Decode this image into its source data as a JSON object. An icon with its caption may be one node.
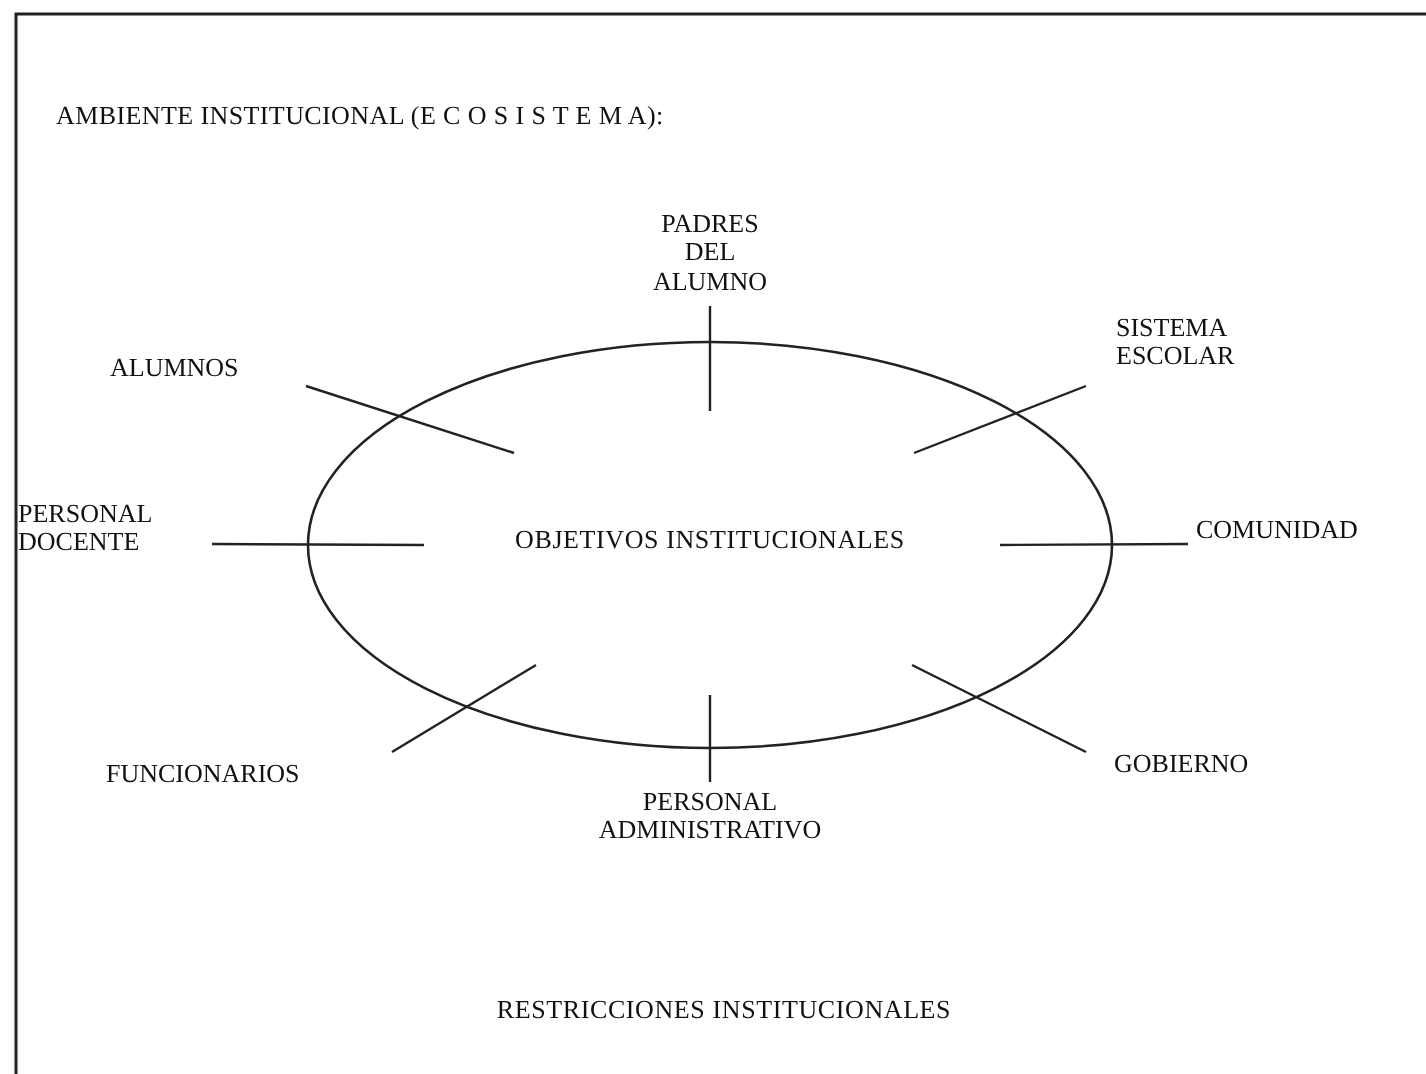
{
  "diagram": {
    "title": "AMBIENTE INSTITUCIONAL (E C O S I S T E M A):",
    "nodes": [
      {
        "text": [
          "OBJETIVOS INSTITUCIONALES"
        ]
      },
      {
        "text": [
          "PADRES DEL ALUMNO"
        ]
      },
      {
        "text": [
          "ALUMNOS"
        ]
      },
      {
        "text": [
          "SISTEMA ESCOLAR"
        ]
      },
      {
        "text": [
          "PERSONAL DOCENTE"
        ]
      },
      {
        "text": [
          "COMUNIDAD"
        ]
      },
      {
        "text": [
          "FUNCIONARIOS"
        ]
      },
      {
        "text": [
          "GOBIERNO"
        ]
      },
      {
        "text": [
          "PERSONAL ADMINISTRATIVO"
        ]
      }
    ],
    "edges": [
      {
        "from": 1,
        "to": 0,
        "arrow": "none"
      },
      {
        "from": 2,
        "to": 0,
        "arrow": "none"
      },
      {
        "from": 3,
        "to": 0,
        "arrow": "none"
      },
      {
        "from": 4,
        "to": 0,
        "arrow": "none"
      },
      {
        "from": 5,
        "to": 0,
        "arrow": "none"
      },
      {
        "from": 6,
        "to": 0,
        "arrow": "none"
      },
      {
        "from": 7,
        "to": 0,
        "arrow": "none"
      },
      {
        "from": 8,
        "to": 0,
        "arrow": "none"
      }
    ],
    "labels": [
      "RESTRICCIONES INSTITUCIONALES"
    ]
  }
}
